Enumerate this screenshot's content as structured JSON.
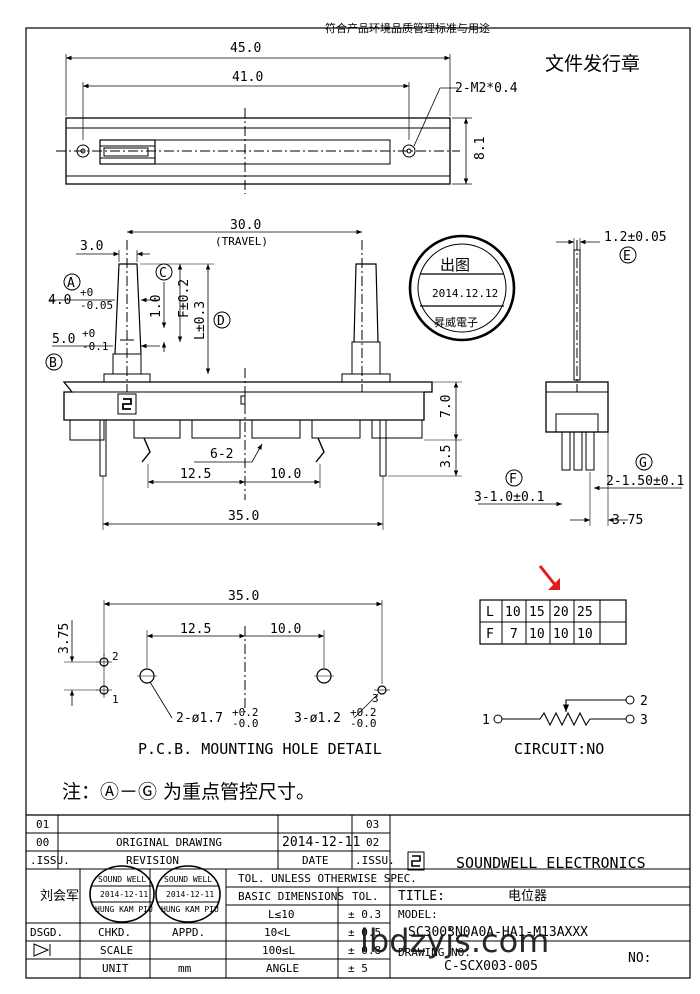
{
  "header": {
    "compliance_note": "符合产品环境品质管理标准与用途",
    "release_stamp": "文件发行章"
  },
  "top_view": {
    "dim_length_total": "45.0",
    "dim_hole_pitch": "41.0",
    "dim_holes": "2-M2*0.4",
    "dim_width": "8.1"
  },
  "front_view": {
    "dim_stroke": "30.0",
    "dim_stroke_note": "(TRAVEL)",
    "dim_knob_width": "3.0",
    "label_a": "A",
    "dim_a": "4.0",
    "dim_a_tol_up": "+0",
    "dim_a_tol_dn": "-0.05",
    "label_b": "B",
    "dim_b": "5.0",
    "dim_b_tol_up": "+0",
    "dim_b_tol_dn": "-0.1",
    "label_c": "C",
    "dim_c": "1.0",
    "dim_f": "F±0.2",
    "dim_l": "L±0.3",
    "label_d": "D",
    "dim_body_height": "7.0",
    "dim_pin_length": "3.5",
    "dim_pins": "6-2",
    "dim_pin_pitch_1": "12.5",
    "dim_pin_pitch_2": "10.0",
    "dim_body_length": "35.0"
  },
  "side_view": {
    "dim_shaft": "1.2±0.05",
    "label_e": "E",
    "label_f": "F",
    "dim_f_pin": "3-1.0±0.1",
    "label_g": "G",
    "dim_g_pin": "2-1.50±0.1",
    "dim_side_width": "3.75"
  },
  "stamp_round": {
    "title": "出图",
    "date": "2014.12.12",
    "company": "昇威電子"
  },
  "lf_table": {
    "l_label": "L",
    "l_values": [
      "10",
      "15",
      "20",
      "25"
    ],
    "f_label": "F",
    "f_values": [
      "7",
      "10",
      "10",
      "10"
    ]
  },
  "pcb": {
    "dim_length": "35.0",
    "dim_pitch_1": "12.5",
    "dim_pitch_2": "10.0",
    "dim_side": "3.75",
    "pin_1": "1",
    "pin_2": "2",
    "pin_3": "3",
    "hole_2": "2-ø1.7",
    "hole_2_tol_up": "+0.2",
    "hole_2_tol_dn": "-0.0",
    "hole_3": "3-ø1.2",
    "hole_3_tol_up": "+0.2",
    "hole_3_tol_dn": "-0.0",
    "caption": "P.C.B. MOUNTING HOLE DETAIL"
  },
  "circuit": {
    "pin_1": "1",
    "pin_2": "2",
    "pin_3": "3",
    "caption": "CIRCUIT:NO"
  },
  "note": "注：Ⓐ－Ⓖ 为重点管控尺寸。",
  "title_block": {
    "rev_01": "01",
    "rev_02": "02",
    "rev_03": "03",
    "rev_00": "00",
    "original_drawing": "ORIGINAL  DRAWING",
    "original_date": "2014-12-11",
    "issu": ".ISSU.",
    "revision": "REVISION",
    "date_label": "DATE",
    "issu_2": ".ISSU.",
    "company": "SOUNDWELL  ELECTRONICS",
    "tol_note": "TOL. UNLESS  OTHERWISE  SPEC.",
    "basic_dims": "BASIC  DIMENSIONS",
    "tol_label": "TOL.",
    "tol_row_1_range": "L≤10",
    "tol_row_1_val": "± 0.3",
    "tol_row_2_range": "10<L",
    "tol_row_2_val": "± 0.5",
    "tol_row_3_range": "100≤L",
    "tol_row_3_val": "± 0.8",
    "tol_row_4_range": "ANGLE",
    "tol_row_4_val": "± 5",
    "title_label": "TITLE:",
    "title_value": "电位器",
    "model_label": "MODEL:",
    "model_value": "SC3003N0A0A-HA1-M13AXXX",
    "drawing_label": "DRAWING NO.",
    "drawing_value": "C-SCX003-005",
    "no_label": "NO:",
    "dsgd": "DSGD.",
    "chkd": "CHKD.",
    "appd": "APPD.",
    "scale": "SCALE",
    "unit": "UNIT",
    "unit_value": "mm",
    "signer": "刘会军",
    "sw_stamp_1_top": "SOUND WELL",
    "sw_stamp_1_date": "2014-12-11",
    "sw_stamp_1_name": "HUNG KAM PIU",
    "sw_stamp_2_top": "SOUND WELL",
    "sw_stamp_2_date": "2014-12-11",
    "sw_stamp_2_name": "HUNG KAM PIU"
  },
  "watermark": "lbdzyjs.com"
}
